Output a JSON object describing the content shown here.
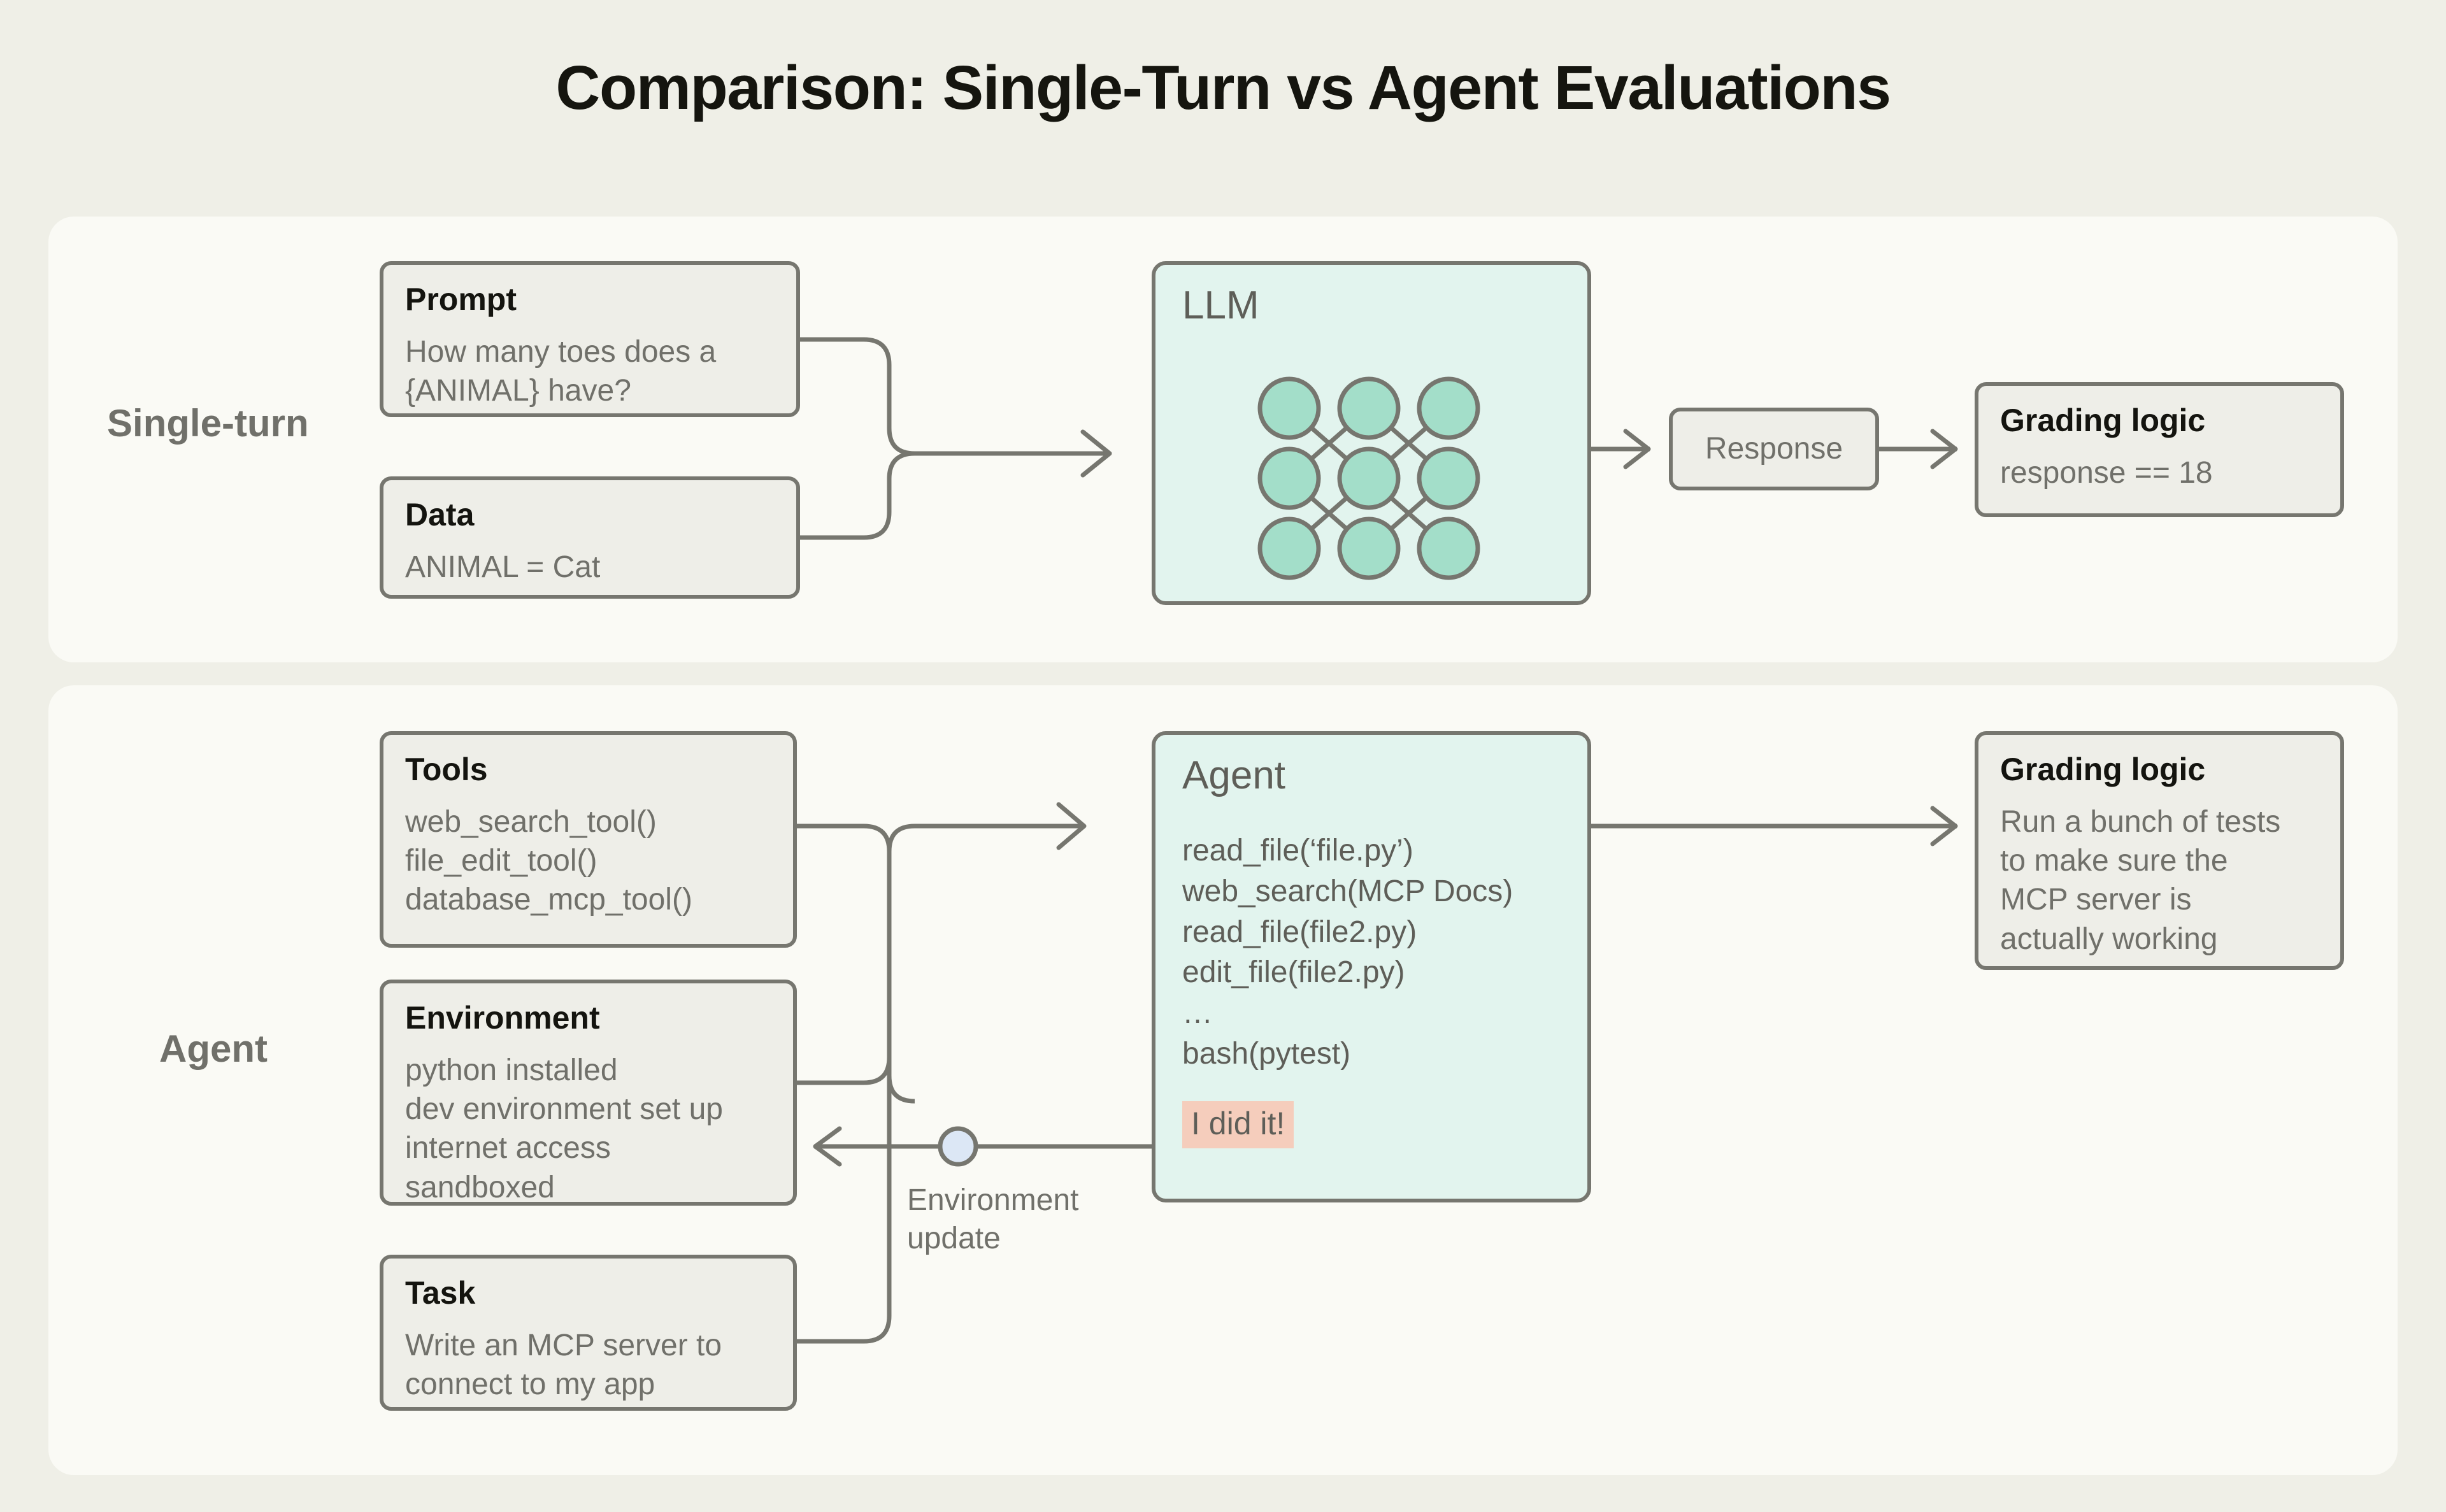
{
  "title": "Comparison: Single-Turn vs Agent Evaluations",
  "colors": {
    "page_background": "#EFEFE7",
    "panel_background": "#FAFAF5",
    "card_background": "#EEEEE8",
    "card_border": "#76766F",
    "model_background": "#E2F4EE",
    "node_fill": "#A3DEC9",
    "highlight_background": "#F5CDBC",
    "connector_node_fill": "#DCE7F5",
    "body_text": "#70706A",
    "title_text": "#15150F"
  },
  "rows": {
    "single_turn": {
      "label": "Single-turn",
      "inputs": [
        {
          "title": "Prompt",
          "body": "How many toes does a\n{ANIMAL} have?"
        },
        {
          "title": "Data",
          "body": "ANIMAL = Cat"
        }
      ],
      "model": {
        "title": "LLM",
        "node_grid": {
          "rows": 3,
          "cols": 3
        }
      },
      "response": {
        "label": "Response"
      },
      "grading": {
        "title": "Grading logic",
        "body": "response == 18"
      }
    },
    "agent": {
      "label": "Agent",
      "inputs": [
        {
          "title": "Tools",
          "body": "web_search_tool()\nfile_edit_tool()\ndatabase_mcp_tool()"
        },
        {
          "title": "Environment",
          "body": "python installed\ndev environment set up\ninternet access\nsandboxed"
        },
        {
          "title": "Task",
          "body": "Write an MCP server to\nconnect to my app"
        }
      ],
      "model": {
        "title": "Agent",
        "trajectory": "read_file(‘file.py’)\nweb_search(MCP Docs)\nread_file(file2.py)\nedit_file(file2.py)\n…\nbash(pytest)",
        "final_message": "I did it!"
      },
      "feedback_label": "Environment\nupdate",
      "grading": {
        "title": "Grading logic",
        "body": "Run a bunch of tests\nto make sure the\nMCP server is\nactually working"
      }
    }
  }
}
